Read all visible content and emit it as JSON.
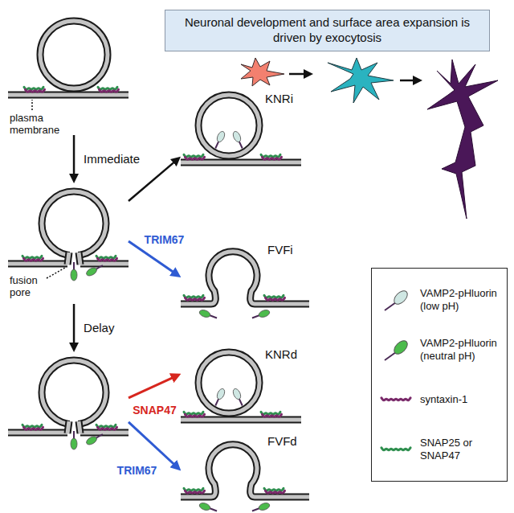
{
  "diagram": {
    "nodes": [
      {
        "text": [
          "Neuronal development and surface area expansion is driven by exocytosis"
        ]
      },
      {
        "text": [
          "plasma membrane"
        ]
      },
      {
        "text": [
          "fusion pore"
        ]
      },
      {
        "text": []
      },
      {
        "text": [
          "KNRi"
        ]
      },
      {
        "text": [
          "FVFi"
        ]
      },
      {
        "text": [
          "KNRd"
        ]
      },
      {
        "text": [
          "FVFd"
        ]
      }
    ],
    "edges": [
      {
        "from": 1,
        "to": 2,
        "arrow": "to",
        "label": "Immediate"
      },
      {
        "from": 2,
        "to": 3,
        "arrow": "to",
        "label": "Delay"
      },
      {
        "from": 2,
        "to": 4,
        "arrow": "to"
      },
      {
        "from": 2,
        "to": 5,
        "arrow": "to",
        "label": "TRIM67"
      },
      {
        "from": 3,
        "to": 6,
        "arrow": "to",
        "label": "SNAP47"
      },
      {
        "from": 3,
        "to": 7,
        "arrow": "to",
        "label": "TRIM67"
      }
    ],
    "legend": [
      {
        "text": "VAMP2-pHluorin (low pH)",
        "color": "#cfe7e3"
      },
      {
        "text": "VAMP2-pHluorin (neutral pH)",
        "color": "#4cbb4c"
      },
      {
        "text": "syntaxin-1",
        "color": "#7a2a6a"
      },
      {
        "text": "SNAP25 or SNAP47",
        "color": "#2f8f4f"
      }
    ]
  }
}
